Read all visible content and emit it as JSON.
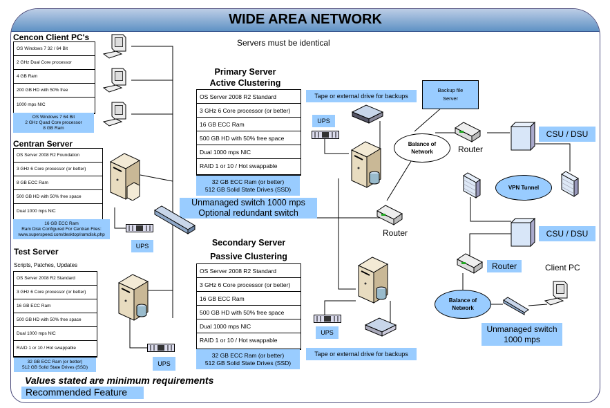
{
  "header": {
    "title": "WIDE AREA NETWORK"
  },
  "note_top": "Servers must be identical",
  "client_pcs": {
    "title": "Cencon Client PC's",
    "specs": [
      "OS Windows 7 32 / 64 Bit",
      "2 GHz Dual Core processor",
      "4 GB Ram",
      "200 GB HD with 50% free",
      "1000 mps NIC"
    ],
    "recommended": [
      "OS Windows 7 64 Bit",
      "2 GHz Quad Core processor",
      "8 GB Ram"
    ]
  },
  "centran_server": {
    "title": "Centran Server",
    "specs": [
      "OS Server 2008 R2 Foundation",
      "3 GHz 6 Core  processor (or better)",
      "8 GB ECC Ram",
      "500 GB HD with 50% free space",
      "Dual 1000 mps NIC"
    ],
    "recommended": [
      "16 GB ECC Ram",
      "Ram Disk Configured For Centran Files:",
      "www.superspeed.com/desktop/ramdisk.php"
    ]
  },
  "test_server": {
    "title": "Test Server",
    "subtitle": "Scripts, Patches, Updates",
    "specs": [
      "OS Server 2008 R2 Standard",
      "3 GHz 6 Core processor (or better)",
      "16 GB ECC Ram",
      "500 GB HD with 50% free space",
      "Dual 1000 mps NIC",
      "RAID 1 or 10 / Hot swappable"
    ],
    "recommended": [
      "32 GB ECC Ram (or better)",
      "512 GB Solid State Drives (SSD)"
    ]
  },
  "primary_server": {
    "title_line1": "Primary Server",
    "title_line2": "Active Clustering",
    "specs": [
      "OS Server 2008 R2 Standard",
      "3 GHz 6 Core processor (or better)",
      "16 GB ECC Ram",
      "500 GB HD with 50% free space",
      "Dual 1000 mps NIC",
      "RAID 1 or 10 / Hot swappable"
    ],
    "recommended": [
      "32 GB ECC Ram (or better)",
      "512 GB Solid State Drives (SSD)"
    ]
  },
  "secondary_server": {
    "title_line1": "Secondary Server",
    "title_line2": "Passive Clustering",
    "specs": [
      "OS Server 2008 R2 Standard",
      "3 GHz 6 Core processor (or better)",
      "16 GB ECC Ram",
      "500 GB HD with 50% free space",
      "Dual 1000 mps NIC",
      "RAID 1 or 10 / Hot swappable"
    ],
    "recommended": [
      "32 GB ECC Ram (or better)",
      "512 GB Solid State Drives (SSD)"
    ]
  },
  "switch_label": [
    "Unmanaged switch 1000 mps",
    "Optional redundant switch"
  ],
  "labels": {
    "ups": "UPS",
    "tape_backup": "Tape or external drive for backups",
    "backup_file_server": [
      "Backup file",
      "Server"
    ],
    "balance_of_network": [
      "Balance of",
      "Network"
    ],
    "router": "Router",
    "csu_dsu": "CSU / DSU",
    "vpn_tunnel": "VPN Tunnel",
    "client_pc": "Client PC",
    "remote_switch": [
      "Unmanaged switch",
      "1000 mps"
    ]
  },
  "footer": {
    "minimum_note": "Values stated are minimum requirements",
    "legend_recommended": "Recommended Feature"
  },
  "colors": {
    "highlight": "#99ccff",
    "header_top": "#bccde6",
    "header_bottom": "#5f92c4",
    "frame": "#4a4a7a"
  }
}
